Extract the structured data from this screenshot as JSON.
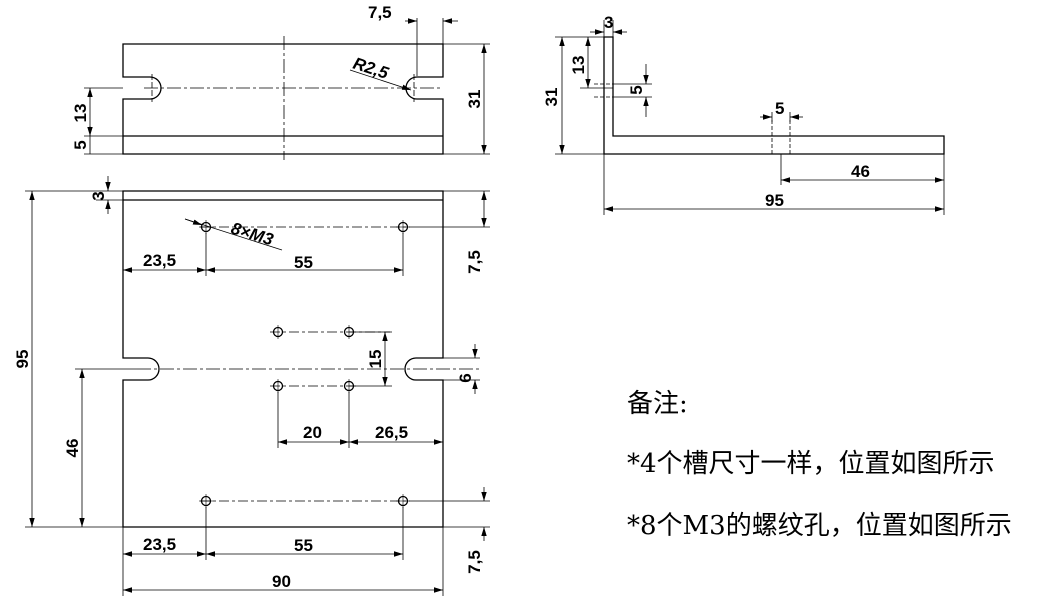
{
  "top_view": {
    "dim_slot_width": "7,5",
    "dim_radius": "R2,5",
    "dim_height": "31",
    "dim_slot_pos": "13",
    "dim_bottom_band": "5"
  },
  "side_view": {
    "dim_flange_thickness": "3",
    "dim_height": "31",
    "dim_hole_height": "13",
    "dim_hole_width": "5",
    "dim_hole2_width": "5",
    "dim_hole2_pos": "46",
    "dim_length": "95"
  },
  "main_view": {
    "dim_top_offset": "3",
    "dim_total_height": "95",
    "dim_left_top_hole": "23,5",
    "dim_hole_spacing_top": "55",
    "dim_top_hole_offset": "7,5",
    "thread_callout": "8×M3",
    "dim_center_vertical": "15",
    "dim_slot_height": "6",
    "dim_slot_pos": "46",
    "dim_center_spacing": "20",
    "dim_center_right": "26,5",
    "dim_left_bottom_hole": "23,5",
    "dim_hole_spacing_bottom": "55",
    "dim_bottom_hole_offset": "7,5",
    "dim_total_width": "90"
  },
  "notes": {
    "title": "备注:",
    "line1": "*4个槽尺寸一样，位置如图所示",
    "line2": "*8个M3的螺纹孔，位置如图所示"
  }
}
